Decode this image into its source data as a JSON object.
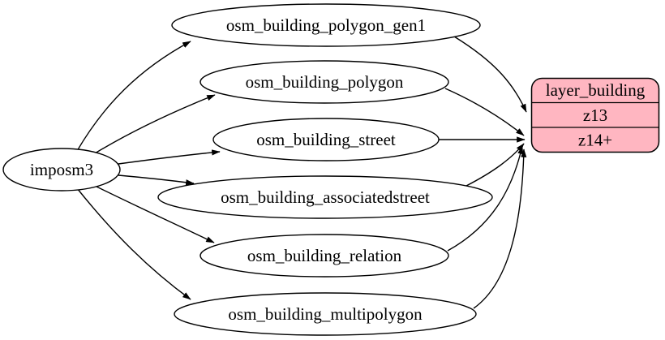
{
  "diagram": {
    "type": "graphviz-etl-flow",
    "background": "#ffffff",
    "edge_color": "#000000",
    "source_node": {
      "label": "imposm3",
      "shape": "ellipse"
    },
    "tables": [
      {
        "label": "osm_building_polygon_gen1"
      },
      {
        "label": "osm_building_polygon"
      },
      {
        "label": "osm_building_street"
      },
      {
        "label": "osm_building_associatedstreet"
      },
      {
        "label": "osm_building_relation"
      },
      {
        "label": "osm_building_multipolygon"
      }
    ],
    "layer_node": {
      "title": "layer_building",
      "rows": [
        {
          "label": "z13"
        },
        {
          "label": "z14+"
        }
      ],
      "fill": "#ffb6c1",
      "border": "#000000",
      "shape": "rounded-record"
    },
    "edges": [
      {
        "from": "imposm3",
        "to": "osm_building_polygon_gen1"
      },
      {
        "from": "imposm3",
        "to": "osm_building_polygon"
      },
      {
        "from": "imposm3",
        "to": "osm_building_street"
      },
      {
        "from": "imposm3",
        "to": "osm_building_associatedstreet"
      },
      {
        "from": "imposm3",
        "to": "osm_building_relation"
      },
      {
        "from": "imposm3",
        "to": "osm_building_multipolygon"
      },
      {
        "from": "osm_building_polygon_gen1",
        "to": "layer_building.z13"
      },
      {
        "from": "osm_building_polygon",
        "to": "layer_building.z14+"
      },
      {
        "from": "osm_building_street",
        "to": "layer_building.z14+"
      },
      {
        "from": "osm_building_associatedstreet",
        "to": "layer_building.z14+"
      },
      {
        "from": "osm_building_relation",
        "to": "layer_building.z14+"
      },
      {
        "from": "osm_building_multipolygon",
        "to": "layer_building.z14+"
      }
    ]
  }
}
